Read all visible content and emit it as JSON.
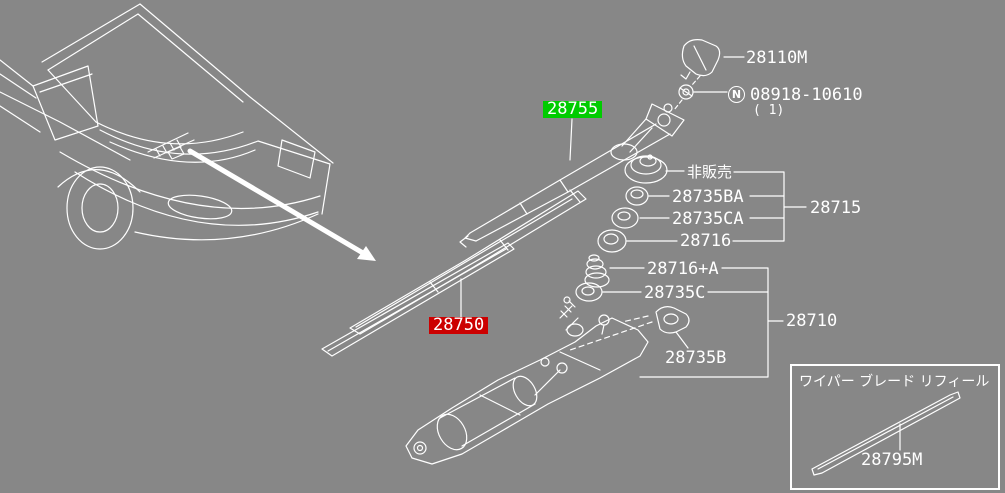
{
  "colors": {
    "background": "#878787",
    "line": "#ffffff",
    "highlight_green": "#00cc00",
    "highlight_red": "#cc0000",
    "label_text": "#ffffff"
  },
  "parts": {
    "cap": {
      "code": "28110M"
    },
    "pivot_nut": {
      "prefix": "N",
      "code": "08918-10610",
      "qty": "( 1)"
    },
    "not_for_sale": {
      "code": "非販売"
    },
    "seal_ba": {
      "code": "28735BA"
    },
    "seal_ca": {
      "code": "28735CA"
    },
    "spacer": {
      "code": "28716"
    },
    "pivot_assy": {
      "code": "28715"
    },
    "spacer_a": {
      "code": "28716+A"
    },
    "seal_c": {
      "code": "28735C"
    },
    "drive_assy": {
      "code": "28710"
    },
    "grommet_b": {
      "code": "28735B"
    },
    "wiper_arm": {
      "code": "28755"
    },
    "wiper_blade": {
      "code": "28750"
    },
    "refill": {
      "code": "28795M"
    }
  },
  "inset": {
    "title": "ワイパー ブレード リフィール"
  }
}
